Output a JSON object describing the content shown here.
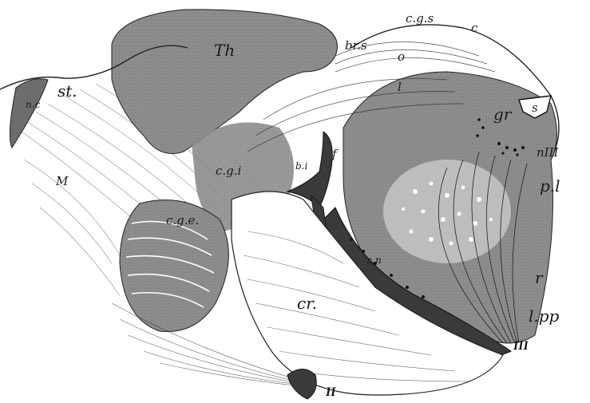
{
  "figure": {
    "colors": {
      "background": "#ffffff",
      "grey_matter": "#8c8c8c",
      "grey_dark": "#6e6e6e",
      "dark_band": "#3a3a3a",
      "fibers": "#2b2b2b",
      "outline": "#222222"
    },
    "labels": {
      "cgs": "c.g.s",
      "c": "c",
      "brs": "br.s",
      "th": "Th",
      "o": "o",
      "l": "l",
      "st": "st.",
      "nc": "n.c",
      "s": "s",
      "gr": "gr",
      "n3": "nIII",
      "m": "M",
      "cgi": "c.g.i",
      "bi": "b.i",
      "f": "f",
      "pl": "p.l",
      "cge": "c.g.e.",
      "sn": "s.n",
      "cr": "cr.",
      "r": "r",
      "lpp": "l.pp",
      "iii": "III",
      "ii": "II"
    }
  }
}
